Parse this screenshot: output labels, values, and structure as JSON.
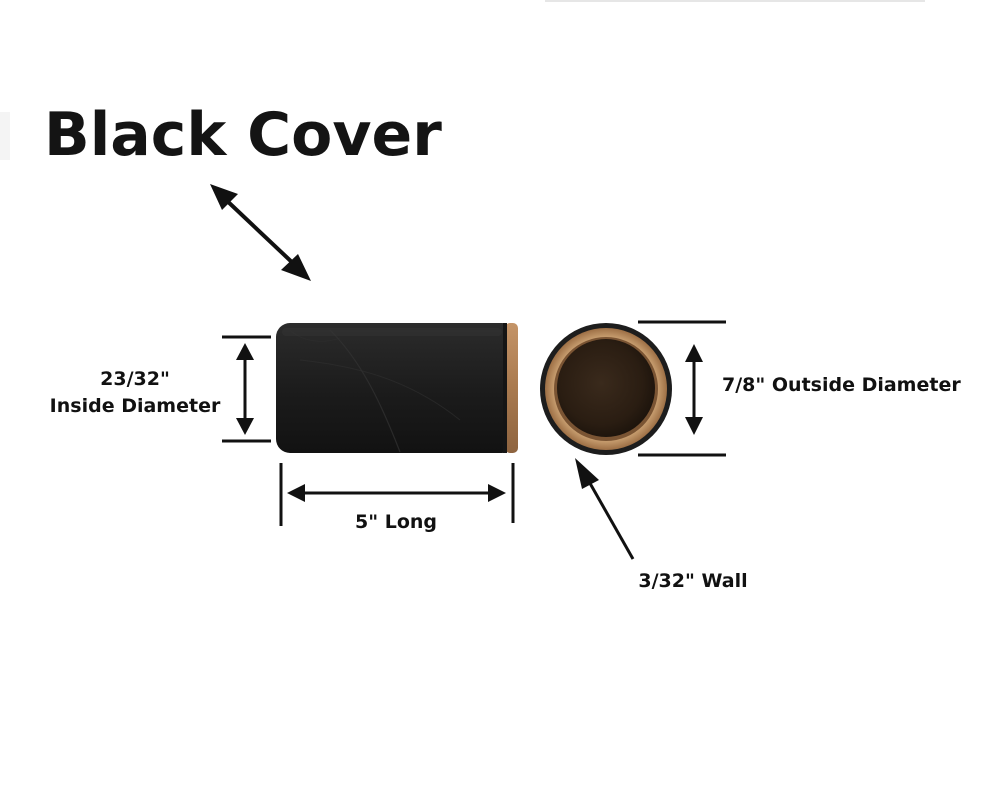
{
  "title": "Black Cover",
  "labels": {
    "inside_value": "23/32\"",
    "inside_text": "Inside Diameter",
    "outside": "7/8\" Outside Diameter",
    "length": "5\" Long",
    "wall": "3/32\" Wall"
  },
  "colors": {
    "tube_black": "#1e1e1e",
    "cardboard": "#b88a5e",
    "ink": "#111111"
  }
}
